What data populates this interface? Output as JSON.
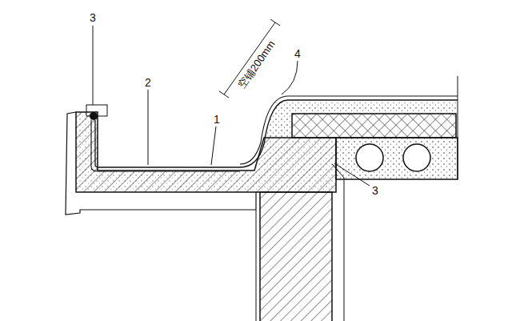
{
  "diagram": {
    "labels": [
      "3",
      "2",
      "1",
      "4",
      "空铺200mm",
      "3"
    ]
  }
}
